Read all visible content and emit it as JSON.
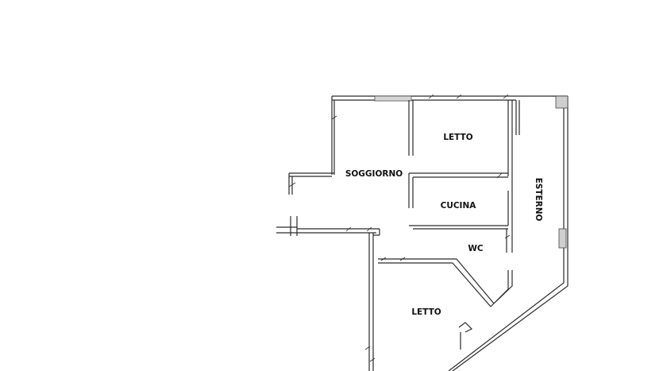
{
  "plan": {
    "rooms": [
      {
        "id": "letto_top",
        "label": "LETTO"
      },
      {
        "id": "soggiorno",
        "label": "SOGGIORNO"
      },
      {
        "id": "cucina",
        "label": "CUCINA"
      },
      {
        "id": "wc",
        "label": "WC"
      },
      {
        "id": "letto_bottom",
        "label": "LETTO"
      },
      {
        "id": "esterno",
        "label": "ESTERNO"
      }
    ],
    "colors": {
      "wall": "#2a2a2a",
      "hatch": "#9a9a9a",
      "background": "#ffffff"
    }
  }
}
